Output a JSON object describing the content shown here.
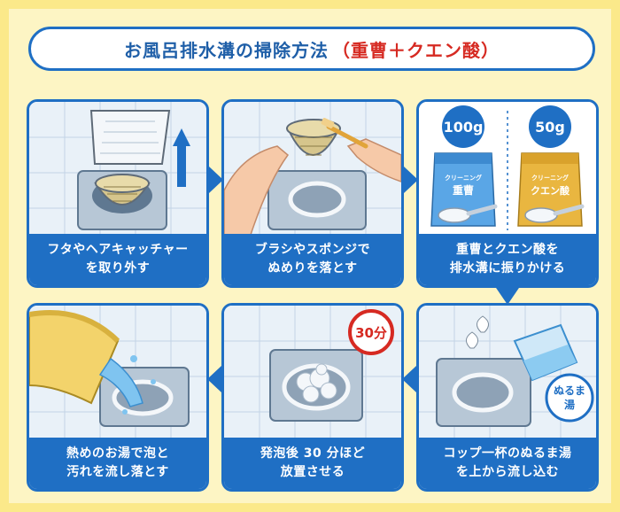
{
  "title": {
    "main": "お風呂排水溝の掃除方法",
    "sub": "（重曹＋クエン酸）"
  },
  "steps": [
    {
      "line1": "フタやヘアキャッチャー",
      "line2": "を取り外す"
    },
    {
      "line1": "ブラシやスポンジで",
      "line2": "ぬめりを落とす"
    },
    {
      "line1": "重曹とクエン酸を",
      "line2": "排水溝に振りかける"
    },
    {
      "line1": "熱めのお湯で泡と",
      "line2": "汚れを流し落とす"
    },
    {
      "line1": "発泡後 30 分ほど",
      "line2": "放置させる"
    },
    {
      "line1": "コップ一杯のぬるま湯",
      "line2": "を上から流し込む"
    }
  ],
  "labels": {
    "baking_soda_amount": "100g",
    "citric_acid_amount": "50g",
    "baking_soda_name": "重曹",
    "citric_acid_name": "クエン酸",
    "package_brand": "クリーニング",
    "wait_time": "30分",
    "lukewarm_line1": "ぬるま",
    "lukewarm_line2": "湯"
  },
  "colors": {
    "primary_blue": "#1f6fc4",
    "accent_red": "#d62a22",
    "frame_yellow": "#fbe98a",
    "background_cream": "#fdf5c4"
  }
}
